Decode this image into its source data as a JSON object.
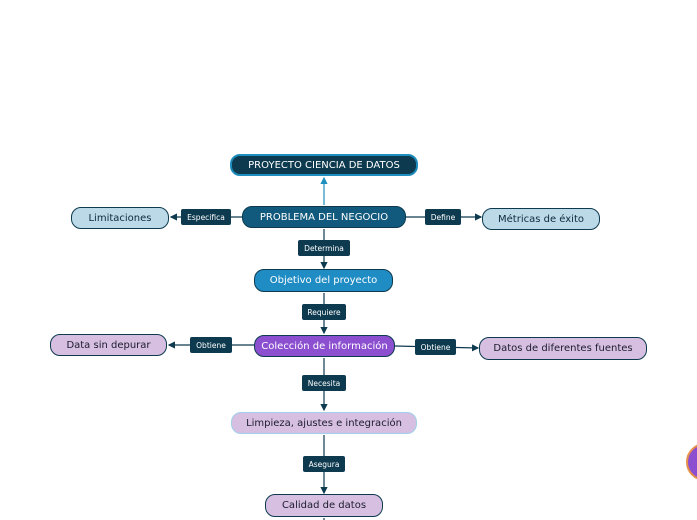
{
  "nodes": {
    "root": "PROYECTO CIENCIA DE DATOS",
    "problem": "PROBLEMA DEL NEGOCIO",
    "limits": "Limitaciones",
    "metrics": "Métricas de éxito",
    "objective": "Objetivo del proyecto",
    "collection": "Colección de información",
    "raw": "Data sin depurar",
    "sources": "Datos de diferentes fuentes",
    "cleaning": "Limpieza, ajustes e integración",
    "quality": "Calidad de datos"
  },
  "labels": {
    "especifica": "Especifica",
    "define": "Define",
    "determina": "Determina",
    "requiere": "Requiere",
    "obtiene_left": "Obtiene",
    "obtiene_right": "Obtiene",
    "necesita": "Necesita",
    "asegura": "Asegura"
  },
  "colors": {
    "dark": "#0d3a4f",
    "navy": "#115a7d",
    "blue": "#1f8cc4",
    "light": "#bcd9e8",
    "lilac": "#d6bfe0",
    "purple": "#8b4fcf",
    "accent_line": "#1e8fbf"
  }
}
